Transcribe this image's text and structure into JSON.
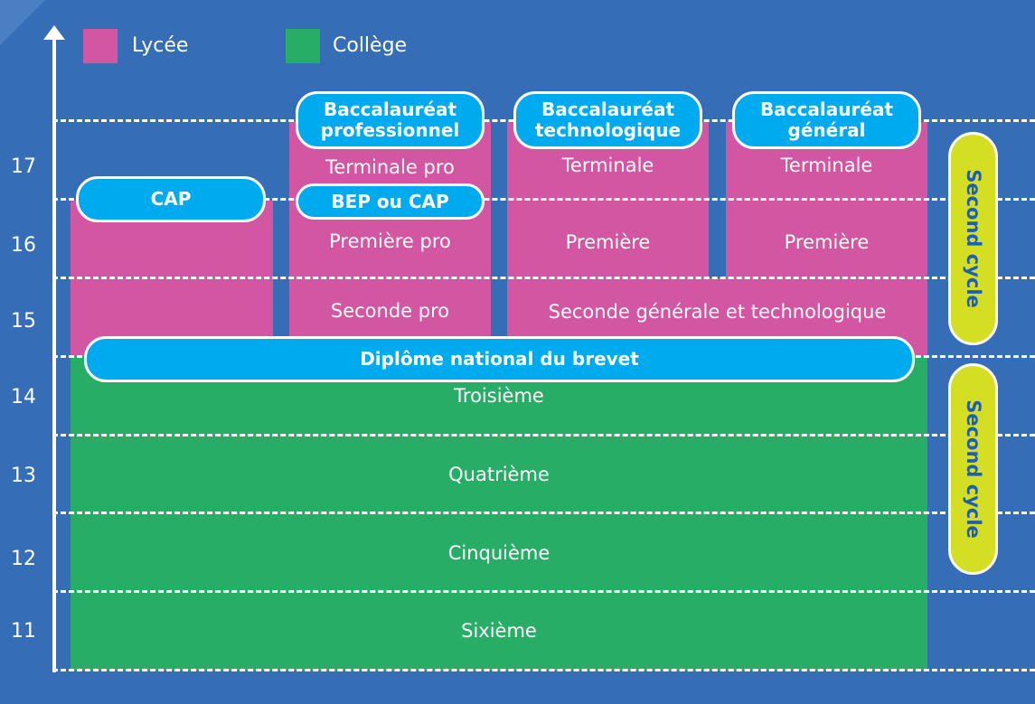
{
  "legend": [
    {
      "label": "Lycée",
      "color": "#d256a1"
    },
    {
      "label": "Collège",
      "color": "#28ad66"
    }
  ],
  "ages": [
    "17",
    "16",
    "15",
    "14",
    "13",
    "12",
    "11"
  ],
  "lycee": {
    "cap_track": {
      "diploma": "CAP"
    },
    "pro_track": {
      "diploma": "Baccalauréat professionnel",
      "mid_diploma": "BEP ou CAP",
      "levels": [
        "Terminale pro",
        "Première pro",
        "Seconde pro"
      ]
    },
    "techno_track": {
      "diploma": "Baccalauréat technologique",
      "levels": [
        "Terminale",
        "Première"
      ]
    },
    "general_track": {
      "diploma": "Baccalauréat général",
      "levels": [
        "Terminale",
        "Première"
      ]
    },
    "shared_seconde": "Seconde générale et technologique"
  },
  "college": {
    "diploma": "Diplôme national du brevet",
    "levels": [
      "Troisième",
      "Quatrième",
      "Cinquième",
      "Sixième"
    ]
  },
  "cycles": [
    "Second cycle",
    "Second cycle"
  ],
  "colors": {
    "background": "#356db6",
    "lycee": "#d256a1",
    "college": "#28ad66",
    "pill": "#00aaee",
    "cycle_badge": "#d4de23",
    "cycle_text": "#1d5fb5"
  }
}
